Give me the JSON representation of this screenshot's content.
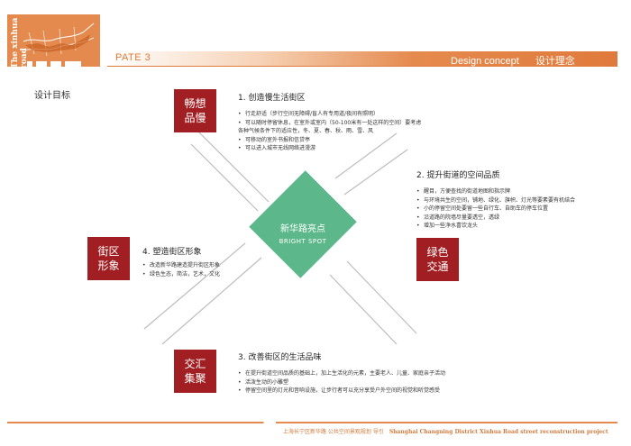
{
  "header": {
    "logo_text": "The xinhua\nroad",
    "page_label": "PATE 3",
    "section_en": "Design concept",
    "section_cn": "设计理念"
  },
  "page_title": "设计目标",
  "center": {
    "cn": "新华路亮点",
    "en": "BRIGHT SPOT"
  },
  "concepts": {
    "top": "畅想\n品慢",
    "left": "街区\n形象",
    "right": "绿色\n交通",
    "bottom": "交汇\n集聚"
  },
  "blocks": {
    "b1": {
      "title": "1. 创造慢生活街区",
      "items": [
        {
          "text": "行走舒适（步行空间无障碍/盲人有专用道/夜间有照明）",
          "cont": false
        },
        {
          "text": "可以随时停留休息，在室外或室内（50-100米有一处这样的空间）要考虑",
          "cont": false
        },
        {
          "text": "各种气候条件下的适应性，冬、夏、春、秋、雨、雪、风",
          "cont": true
        },
        {
          "text": "可移动的室外书报和信贷亭",
          "cont": false
        },
        {
          "text": "可以进入城市无线网络进漫游",
          "cont": false
        }
      ]
    },
    "b2": {
      "title": "2. 提升街道的空间品质",
      "items": [
        {
          "text": "醒目，方便查找的街道地图和指示牌",
          "cont": false
        },
        {
          "text": "与环境共生的空间，铺地、绿化、旗帜、灯光等要素要有机结合",
          "cont": false
        },
        {
          "text": "小的停留空间处要留一些自行车、自助车的停车位置",
          "cont": false
        },
        {
          "text": "沿道路的院墙尽量要透空，透绿",
          "cont": false
        },
        {
          "text": "增加一些净水喜饮龙头",
          "cont": false
        }
      ]
    },
    "b3": {
      "title": "3. 改善街区的生活品味",
      "items": [
        {
          "text": "在提升街道空间品质的基础上，加上生活化的元素，主要老人、儿童、家庭亲子活动",
          "cont": false
        },
        {
          "text": "活泼生动的小雕塑",
          "cont": false
        },
        {
          "text": "停留空间里的灯光和音响设施，让步行者可以充分享受户外空间的视觉和听觉感受",
          "cont": false
        }
      ]
    },
    "b4": {
      "title": "4. 塑造街区形象",
      "items": [
        {
          "text": "改造新华路建造提升街区形象",
          "cont": false
        },
        {
          "text": "绿色生态，简洁，艺术，文化",
          "cont": false
        }
      ]
    }
  },
  "footer": {
    "cn": "上海长宁区新华路  公共空间景观规划  导引",
    "en": "Shanghai Changning District Xinhua Road street reconstruction project"
  },
  "colors": {
    "accent": "#e07a3c",
    "concept_red": "#a11f23",
    "center_green": "#5cb88a"
  }
}
